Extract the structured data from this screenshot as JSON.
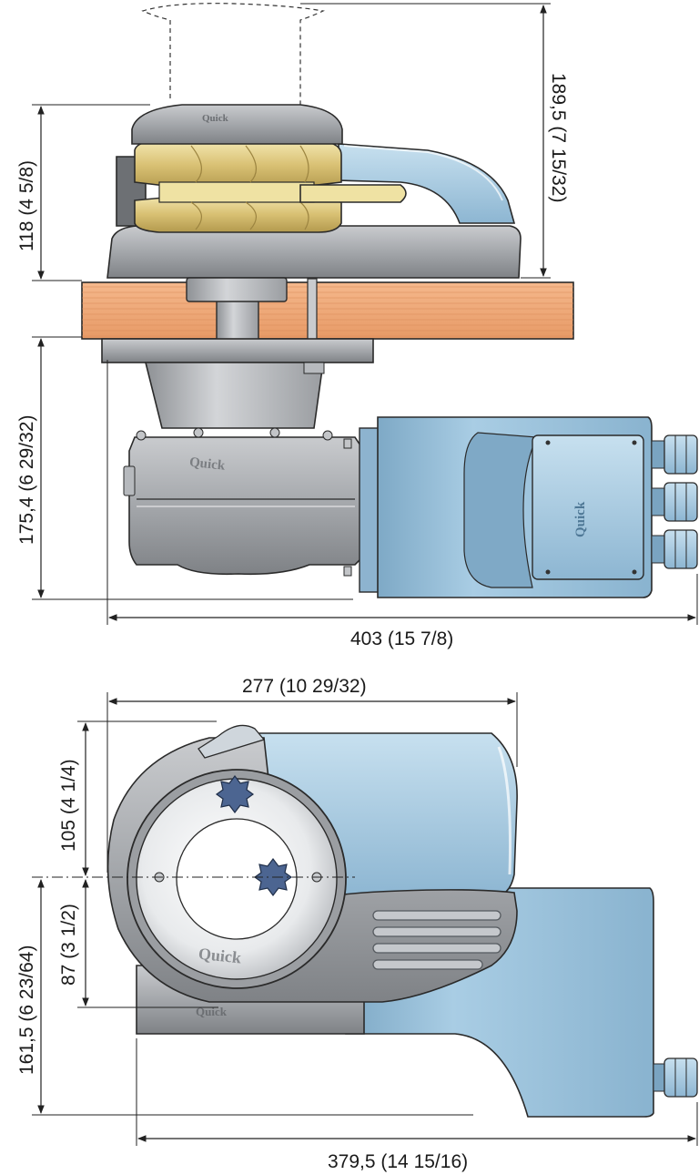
{
  "brand": "Quick",
  "colors": {
    "motor_blue": "#9cc3dc",
    "motor_blue_dark": "#6f9bb8",
    "deck_wood": "#f0a878",
    "housing_grey": "#a9abae",
    "brass": "#e2cf7f",
    "star_navy": "#3f5680"
  },
  "side_view": {
    "dim_total_height": "189,5 (7 15/32)",
    "dim_above_deck": "118 (4 5/8)",
    "dim_below_deck": "175,4 (6 29/32)",
    "dim_total_length": "403 (15 7/8)"
  },
  "top_view": {
    "dim_width": "277 (10 29/32)",
    "dim_front_radius": "105 (4 1/4)",
    "dim_rear_offset": "87 (3 1/2)",
    "dim_total_depth": "161,5 (6 23/64)",
    "dim_total_length": "379,5 (14 15/16)"
  }
}
